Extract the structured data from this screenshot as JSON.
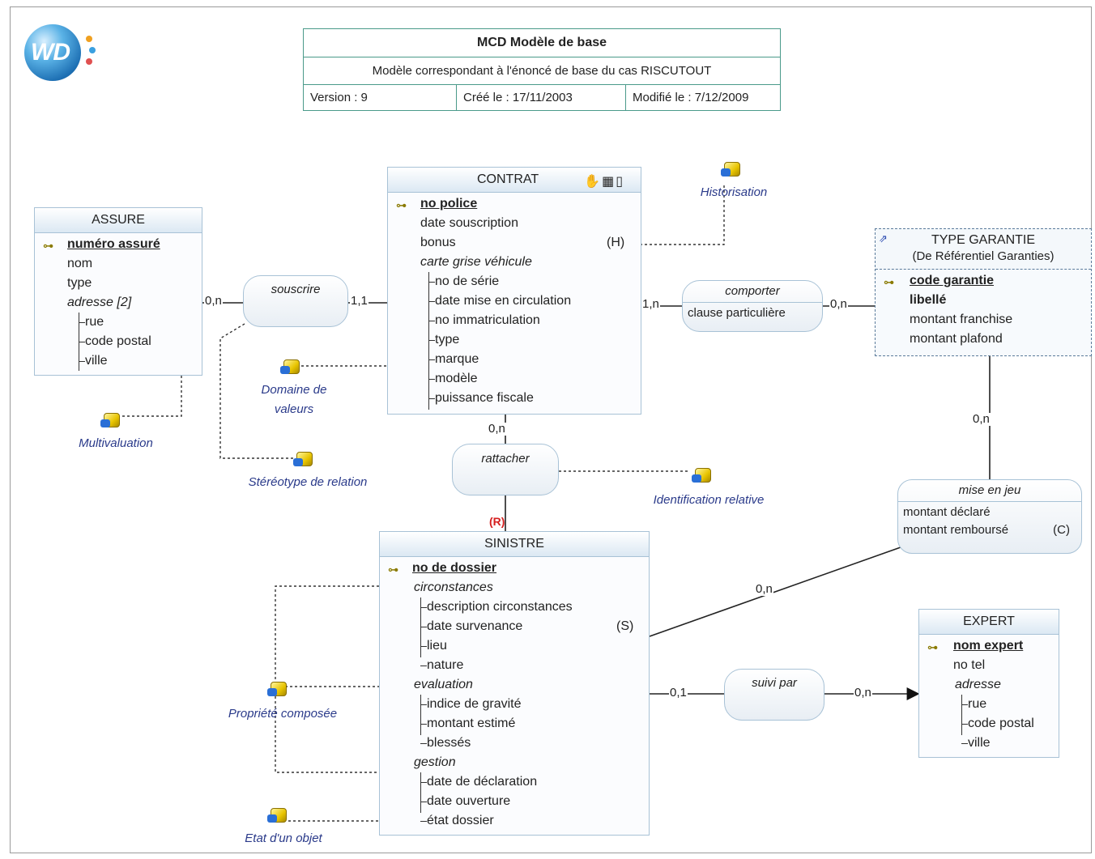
{
  "logo": {
    "text": "WD"
  },
  "header": {
    "title": "MCD Modèle de base",
    "subtitle": "Modèle correspondant  à l'énoncé de base du cas RISCUTOUT",
    "version": "Version : 9",
    "created": "Créé le : 17/11/2003",
    "modified": "Modifié le : 7/12/2009"
  },
  "entities": {
    "assure": {
      "name": "ASSURE",
      "id": "numéro assuré",
      "attrs": [
        "nom",
        "type"
      ],
      "composite": "adresse [2]",
      "sub": [
        "rue",
        "code postal",
        "ville"
      ]
    },
    "contrat": {
      "name": "CONTRAT",
      "id": "no police",
      "attrs": [
        "date souscription",
        "bonus"
      ],
      "composite": "carte grise véhicule",
      "sub": [
        "no de série",
        "date mise en circulation",
        "no immatriculation",
        "type",
        "marque",
        "modèle",
        "puissance fiscale"
      ],
      "bonus_flag": "(H)"
    },
    "type_garantie": {
      "name": "TYPE GARANTIE",
      "subtitle": "(De Référentiel Garanties)",
      "id": "code garantie",
      "attrs": [
        "libellé",
        "montant franchise",
        "montant plafond"
      ]
    },
    "sinistre": {
      "name": "SINISTRE",
      "id": "no de dossier",
      "groups": [
        {
          "name": "circonstances",
          "sub": [
            "description circonstances",
            "date survenance",
            "lieu",
            "nature"
          ]
        },
        {
          "name": "evaluation",
          "sub": [
            "indice de gravité",
            "montant estimé",
            "blessés"
          ]
        },
        {
          "name": "gestion",
          "sub": [
            "date de déclaration",
            "date ouverture",
            "état dossier"
          ]
        }
      ],
      "flag": "(S)"
    },
    "expert": {
      "name": "EXPERT",
      "id": "nom expert",
      "attrs": [
        "no tel"
      ],
      "composite": "adresse",
      "sub": [
        "rue",
        "code postal",
        "ville"
      ]
    }
  },
  "associations": {
    "souscrire": {
      "name": "souscrire"
    },
    "comporter": {
      "name": "comporter",
      "props": [
        "clause particulière"
      ]
    },
    "rattacher": {
      "name": "rattacher"
    },
    "mise_en_jeu": {
      "name": "mise en jeu",
      "props": [
        "montant déclaré",
        "montant remboursé"
      ],
      "flag": "(C)"
    },
    "suivi_par": {
      "name": "suivi par"
    }
  },
  "cardinalities": {
    "assure_souscrire": "0,n",
    "souscrire_contrat": "1,1",
    "contrat_comporter": "1,n",
    "comporter_tg": "0,n",
    "tg_mise": "0,n",
    "contrat_rattacher": "0,n",
    "rattacher_sinistre": "(R)",
    "sinistre_mise": "0,n",
    "sinistre_suivi": "0,1",
    "suivi_expert": "0,n"
  },
  "notes": {
    "historisation": "Historisation",
    "domaine": "Domaine de valeurs",
    "multivaluation": "Multivaluation",
    "stereotype": "Stéréotype de relation",
    "identification": "Identification relative",
    "propriete": "Propriété composée",
    "etat": "Etat d'un objet"
  },
  "colors": {
    "entity_border": "#a8c2d6",
    "note_text": "#2a3a8a",
    "relative_id": "#d62020",
    "title_border": "#4a9a8a"
  }
}
